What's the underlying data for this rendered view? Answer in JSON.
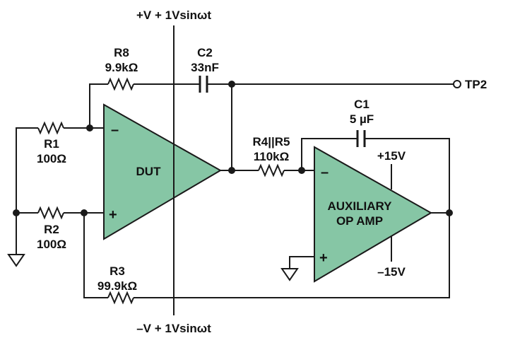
{
  "supply": {
    "top": "+V + 1Vsinωt",
    "bottom": "–V + 1Vsinωt"
  },
  "components": {
    "r8": {
      "name": "R8",
      "value": "9.9kΩ"
    },
    "c2": {
      "name": "C2",
      "value": "33nF"
    },
    "tp2": "TP2",
    "c1": {
      "name": "C1",
      "value": "5 µF"
    },
    "r1": {
      "name": "R1",
      "value": "100Ω"
    },
    "r2": {
      "name": "R2",
      "value": "100Ω"
    },
    "r4r5": {
      "name": "R4||R5",
      "value": "110kΩ"
    },
    "r3": {
      "name": "R3",
      "value": "99.9kΩ"
    }
  },
  "amps": {
    "dut": {
      "label": "DUT",
      "inv": "–",
      "noninv": "+"
    },
    "aux": {
      "line1": "AUXILIARY",
      "line2": "OP AMP",
      "inv": "–",
      "noninv": "+",
      "vpos": "+15V",
      "vneg": "–15V"
    }
  },
  "colors": {
    "amp_fill": "#86c6a5",
    "wire": "#1a1a1a"
  }
}
